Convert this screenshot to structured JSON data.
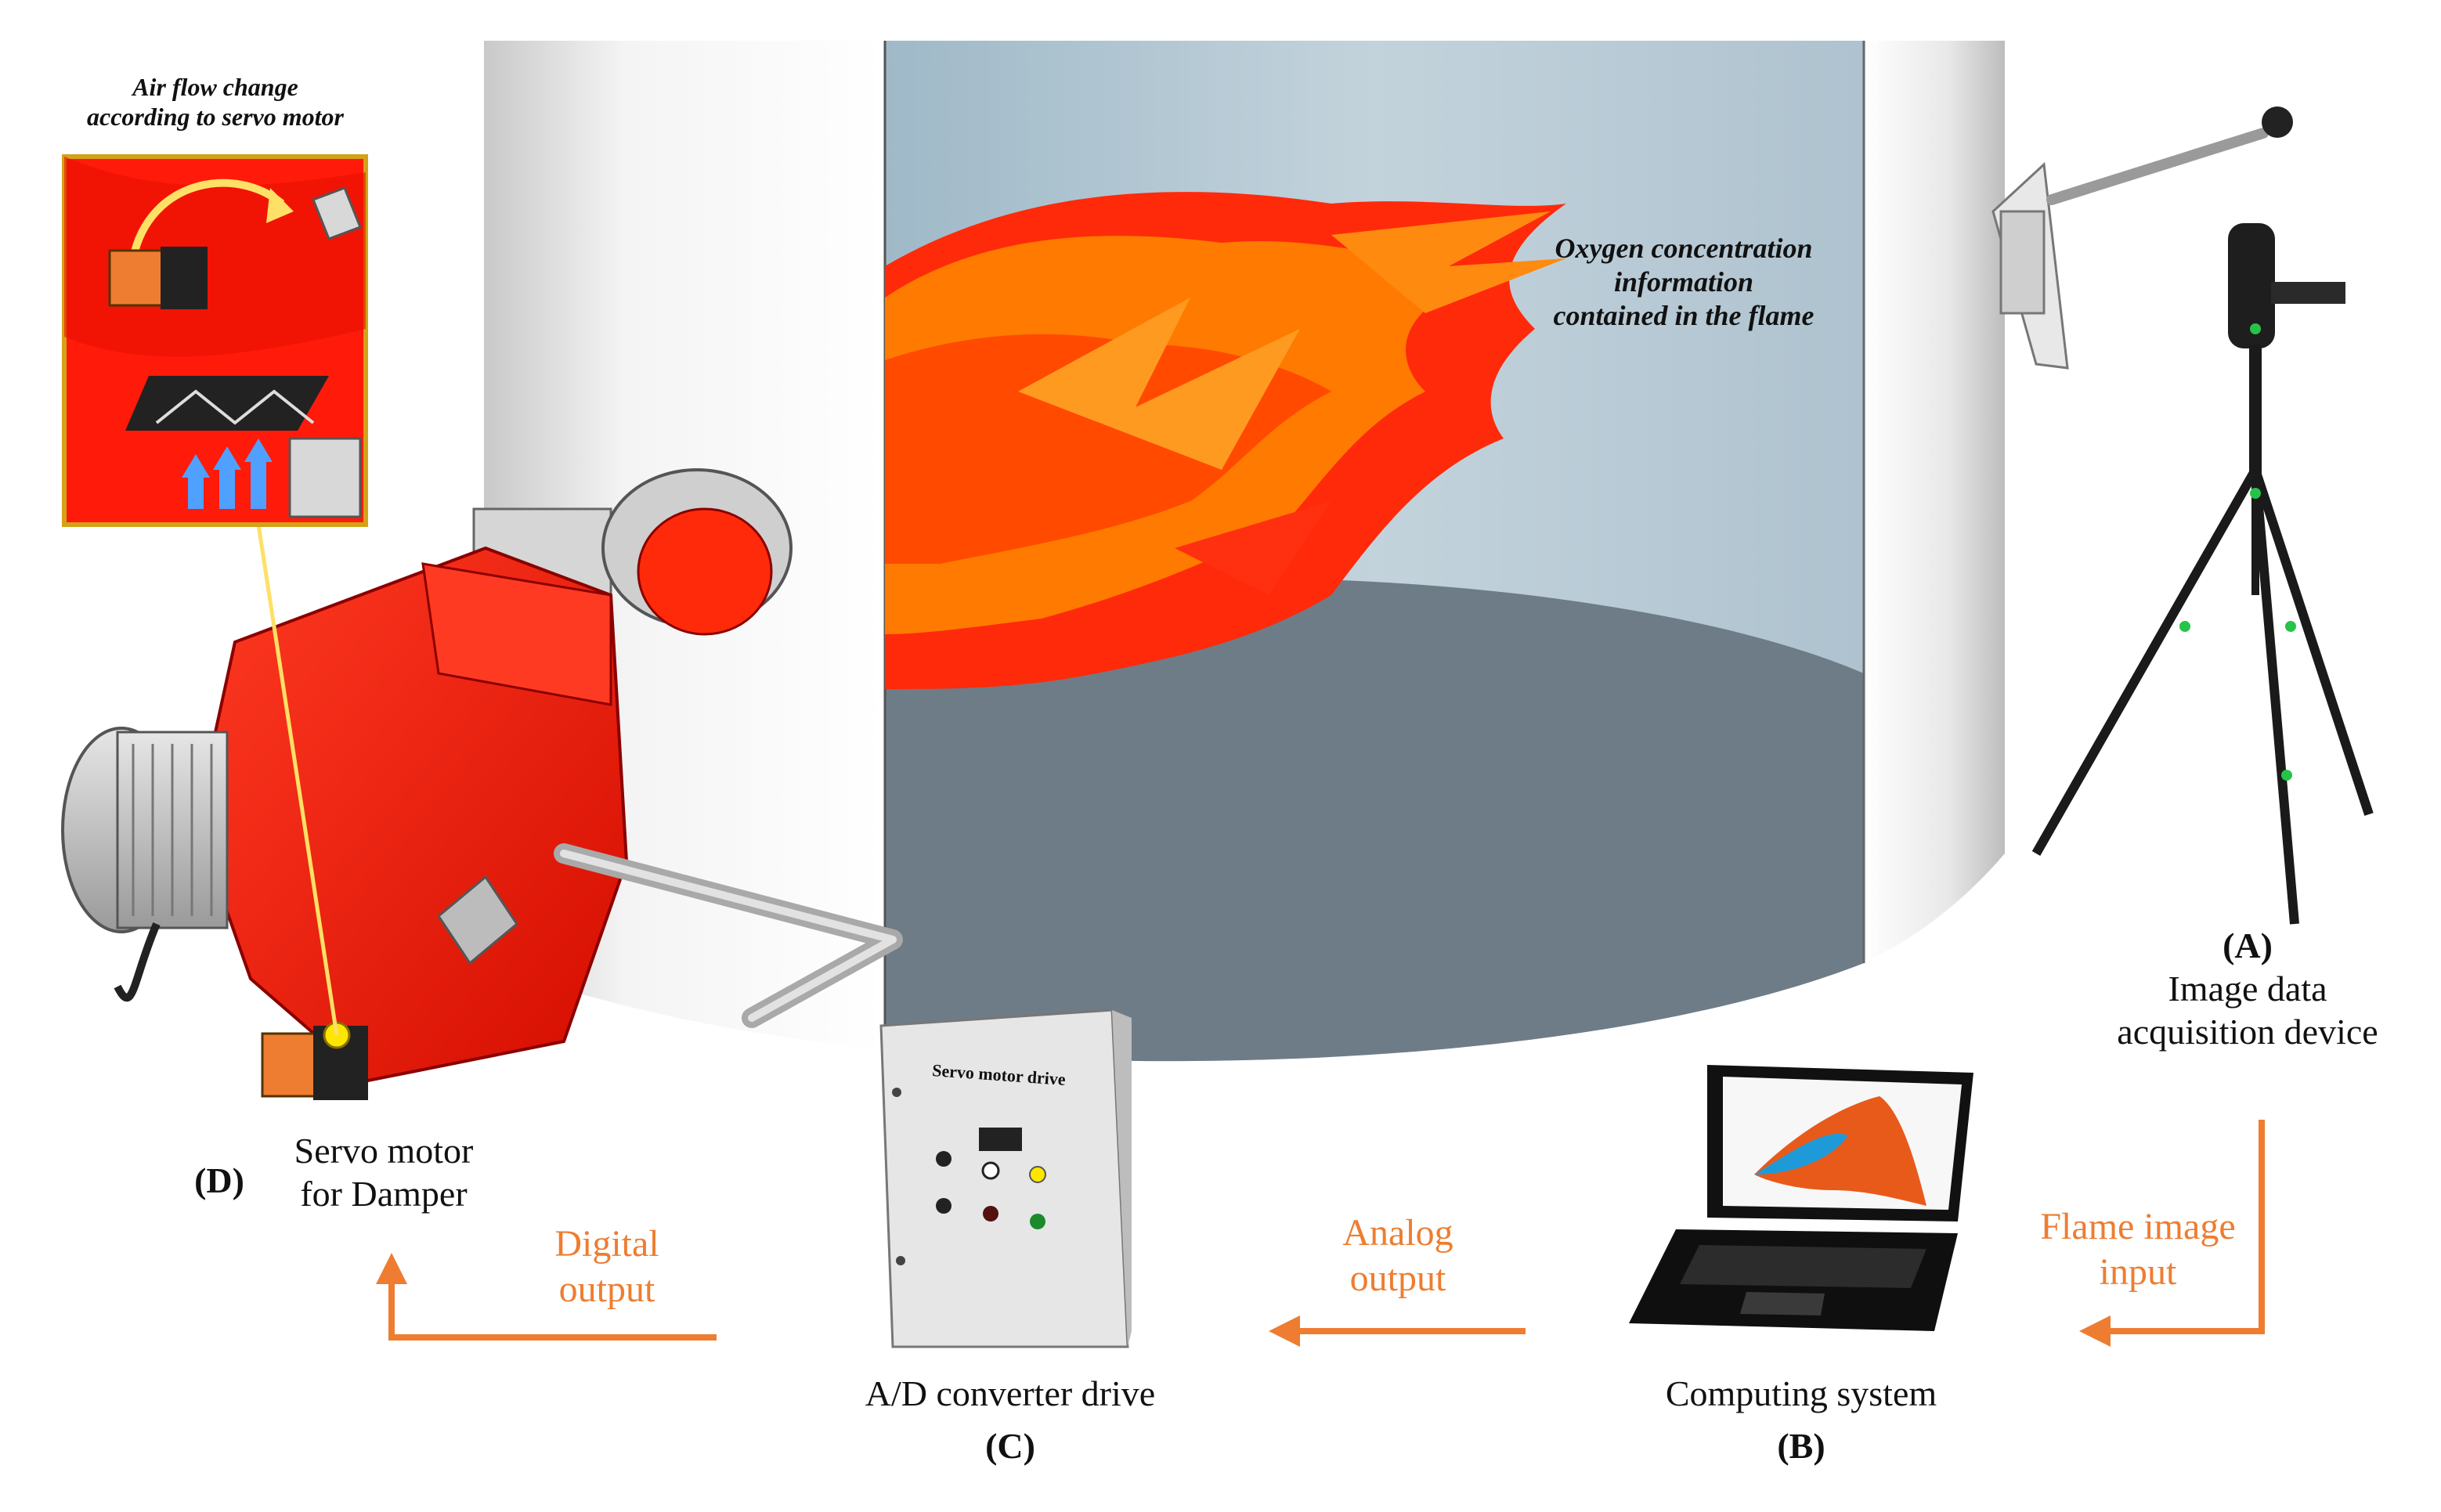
{
  "labels": {
    "inset_caption_line1": "Air flow change",
    "inset_caption_line2": "according to servo motor",
    "oxygen_line1": "Oxygen concentration",
    "oxygen_line2": "information",
    "oxygen_line3": "contained in the flame",
    "device_a_letter": "(A)",
    "device_a_line1": "Image data",
    "device_a_line2": "acquisition device",
    "device_b_letter": "(B)",
    "device_b_name": "Computing system",
    "device_c_letter": "(C)",
    "device_c_name": "A/D converter drive",
    "device_d_letter": "(D)",
    "device_d_line1": "Servo motor",
    "device_d_line2": "for Damper",
    "flame_input_line1": "Flame image",
    "flame_input_line2": "input",
    "analog_line1": "Analog",
    "analog_line2": "output",
    "digital_line1": "Digital",
    "digital_line2": "output",
    "drive_panel_label": "Servo motor drive"
  },
  "colors": {
    "arrow": "#ee7d31",
    "burner_red": "#ff1a0a",
    "flame_orange": "#ff7a00",
    "chamber_wall": "#b8ccd8",
    "chamber_floor": "#6e7c87",
    "inset_border": "#d4a216"
  }
}
